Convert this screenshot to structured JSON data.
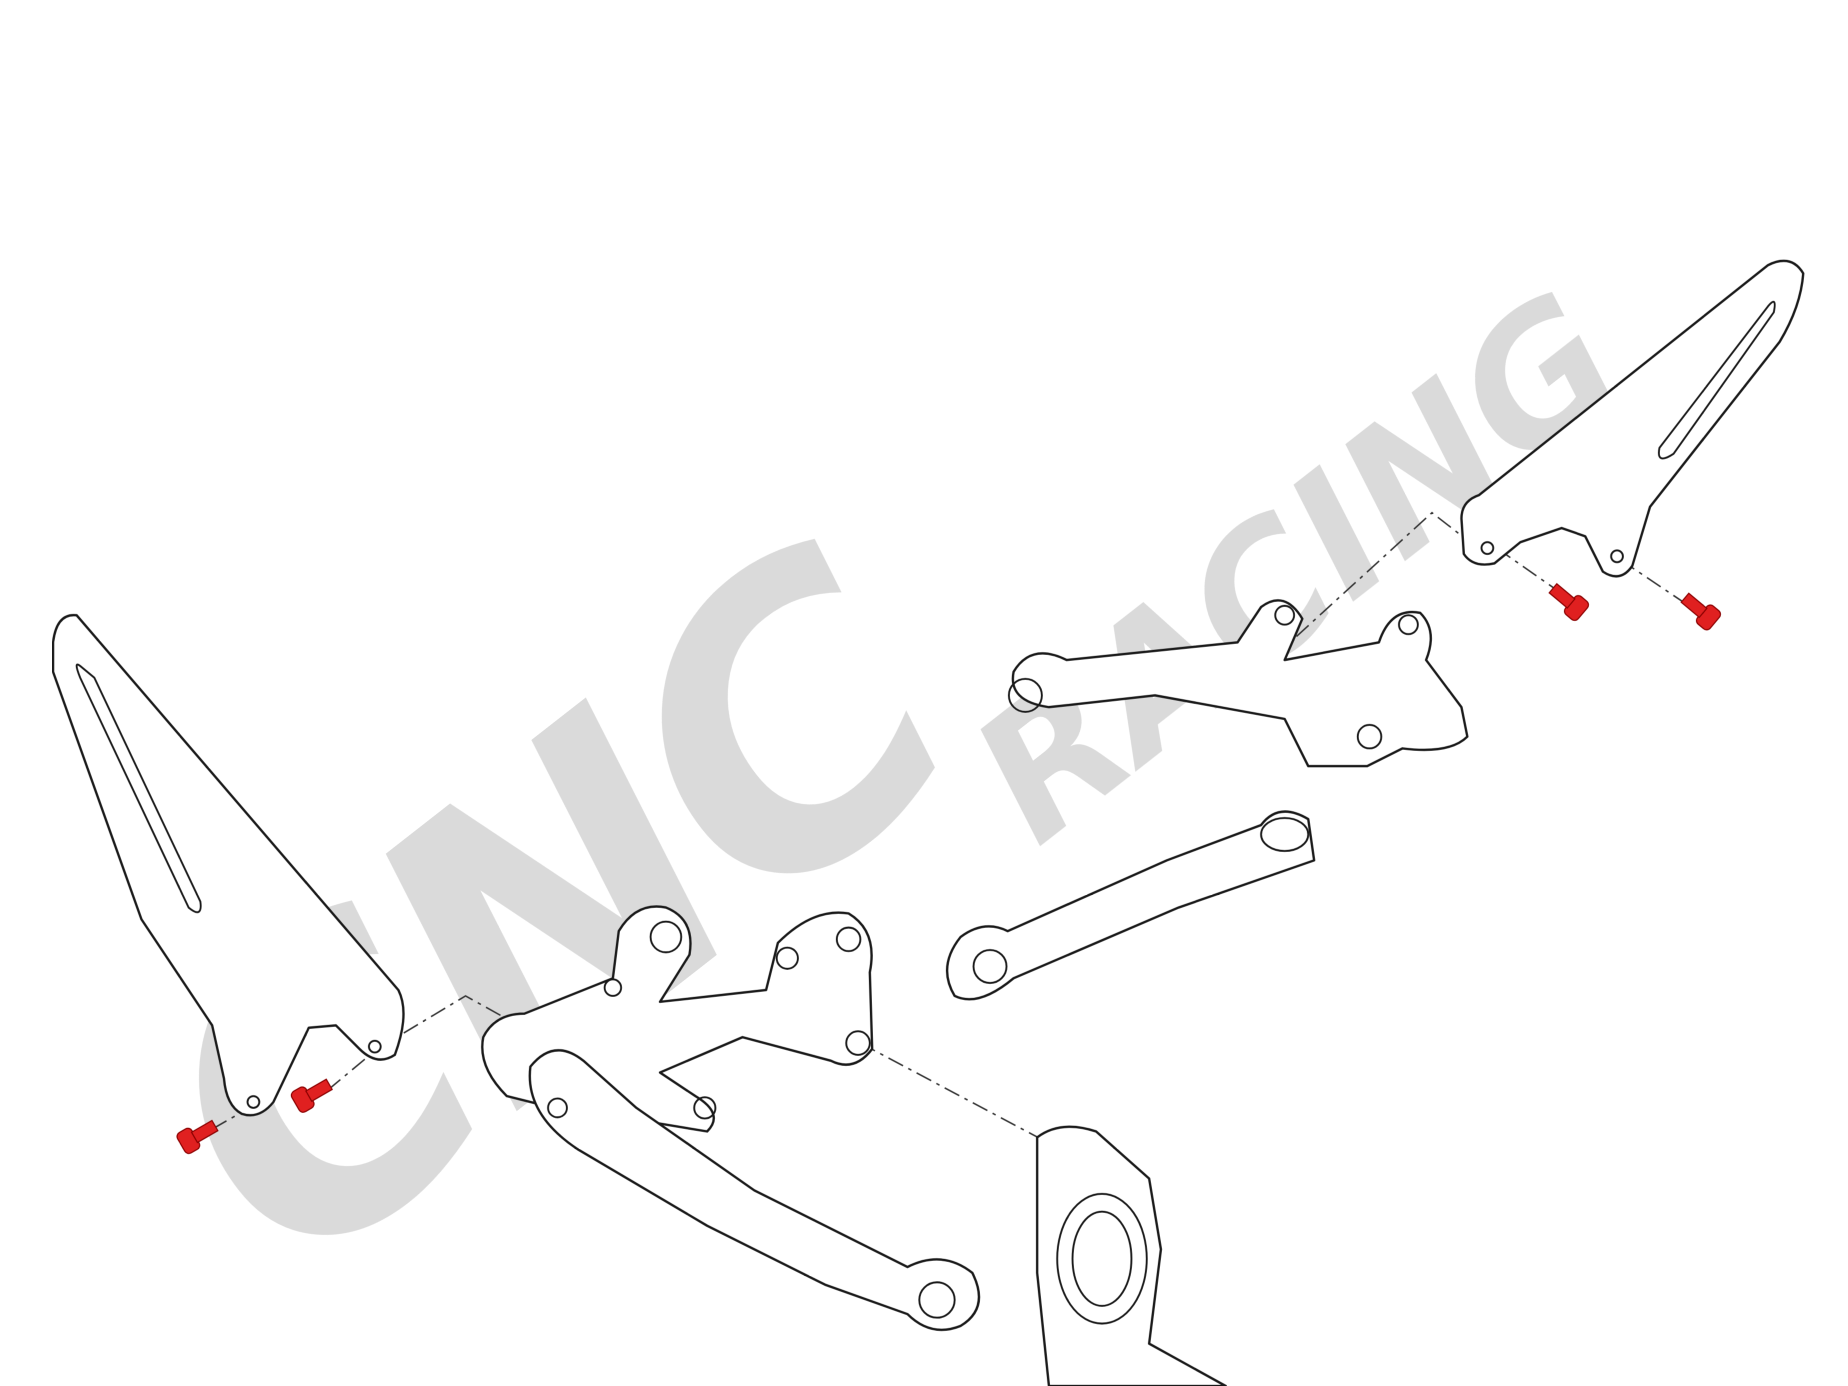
{
  "watermark": {
    "brand": "CNC",
    "sub": "RACING",
    "color": "#d9d9d9"
  },
  "colors": {
    "bolt": "#e02020",
    "line": "#1a1a1a",
    "background": "#ffffff"
  },
  "parts": [
    "left-heel-guard",
    "left-footpeg-bracket",
    "left-lever",
    "right-heel-guard",
    "right-footpeg-bracket",
    "right-lever",
    "frame-section"
  ],
  "bolt_count": 4
}
